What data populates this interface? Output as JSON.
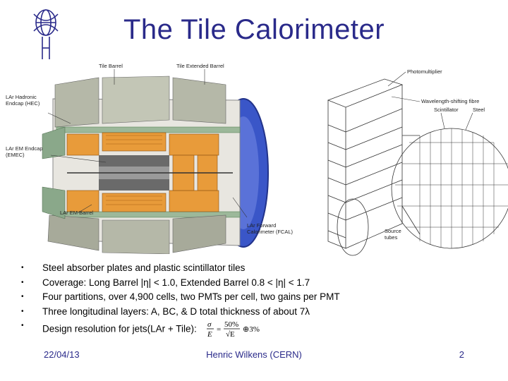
{
  "slide": {
    "title": "The Tile Calorimeter",
    "logo_icon": "atlas-logo-icon"
  },
  "detector_labels": {
    "tile_barrel": "Tile Barrel",
    "tile_extended_barrel": "Tile Extended Barrel",
    "lar_hadronic_1": "LAr Hadronic",
    "lar_hadronic_2": "Endcap (HEC)",
    "lar_em_1": "LAr EM Endcap",
    "lar_em_2": "(EMEC)",
    "lar_em_barrel": "LAr EM Barrel",
    "lar_forward_1": "LAr Forward",
    "lar_forward_2": "Calorimeter (FCAL)"
  },
  "module_labels": {
    "photomultiplier": "Photomultiplier",
    "wls_fibre": "Wavelength-shifting fibre",
    "scintillator": "Scintillator",
    "steel": "Steel",
    "source_1": "Source",
    "source_2": "tubes"
  },
  "bullets": [
    "Steel absorber plates and plastic scintillator tiles",
    "Coverage: Long Barrel |η| < 1.0, Extended Barrel 0.8 < |η| < 1.7",
    "Four partitions, over 4,900 cells, two PMTs per cell, two gains per PMT",
    "Three longitudinal layers: A, BC, & D total thickness of about 7λ",
    "Design resolution for jets(LAr + Tile):"
  ],
  "bullet_marker": "•",
  "formula": {
    "sigma": "σ",
    "e": "E",
    "numerator": "50%",
    "sqrt_e": "√E",
    "equals": "=",
    "plus": "⊕3%"
  },
  "footer": {
    "date": "22/04/13",
    "author": "Henric Wilkens (CERN)",
    "page": "2"
  },
  "colors": {
    "title": "#2a2a8a",
    "tile_orange": "#e89b3a",
    "lar_green": "#9cb89a",
    "lar_blue": "#3a56c8"
  }
}
